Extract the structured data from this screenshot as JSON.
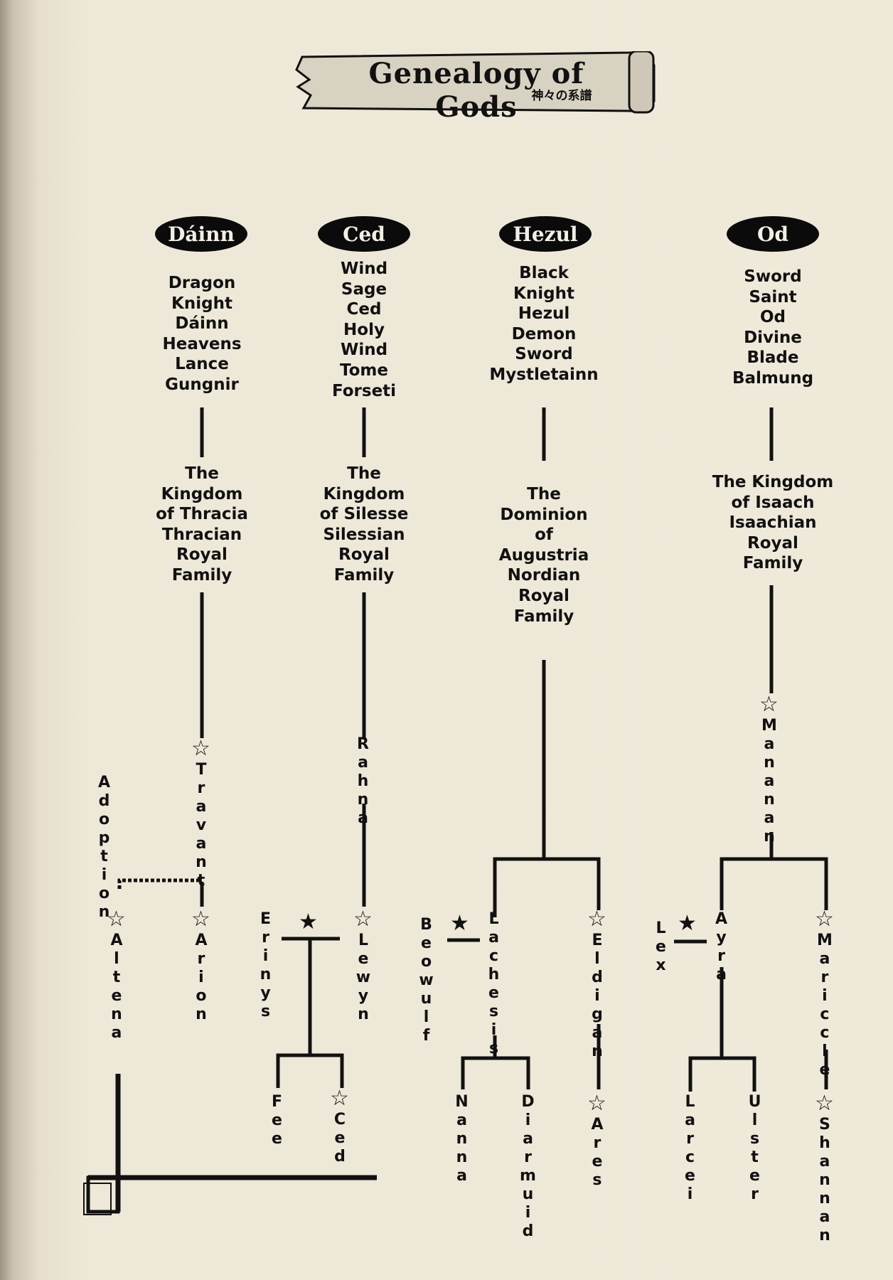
{
  "title": {
    "main": "Genealogy of Gods",
    "sub": "神々の系譜"
  },
  "houses": [
    {
      "id": "dainn",
      "badge": "Dáinn",
      "weapon": "Dragon\nKnight\nDáinn\nHeavens\nLance\nGungnir",
      "realm": "The\nKingdom\nof Thracia\nThracian\nRoyal\nFamily"
    },
    {
      "id": "ced",
      "badge": "Ced",
      "weapon": "Wind\nSage\nCed\nHoly\nWind\nTome\nForseti",
      "realm": "The\nKingdom\nof Silesse\nSilessian\nRoyal\nFamily"
    },
    {
      "id": "hezul",
      "badge": "Hezul",
      "weapon": "Black\nKnight\nHezul\nDemon\nSword\nMystletainn",
      "realm": "The\nDominion\nof\nAugustria\nNordian\nRoyal\nFamily"
    },
    {
      "id": "od",
      "badge": "Od",
      "weapon": "Sword\nSaint\nOd\nDivine\nBlade\nBalmung",
      "realm": "The Kingdom\nof Isaach\nIsaachian\nRoyal\nFamily"
    }
  ],
  "people": {
    "travant": {
      "name": "Travant",
      "star": "☆"
    },
    "adoption": {
      "name": "Adoption",
      "star": ""
    },
    "altena": {
      "name": "Altena",
      "star": "☆"
    },
    "arion": {
      "name": "Arion",
      "star": "☆"
    },
    "rahna": {
      "name": "Rahna",
      "star": ""
    },
    "erinys": {
      "name": "Erinys",
      "star": ""
    },
    "lewyn": {
      "name": "Lewyn",
      "star": "☆"
    },
    "fee": {
      "name": "Fee",
      "star": ""
    },
    "ced": {
      "name": "Ced",
      "star": "☆"
    },
    "beowulf": {
      "name": "Beowulf",
      "star": ""
    },
    "lachesis": {
      "name": "Lachesis",
      "star": ""
    },
    "eldigan": {
      "name": "Eldigan",
      "star": "☆"
    },
    "nanna": {
      "name": "Nanna",
      "star": ""
    },
    "diarmuid": {
      "name": "Diarmuid",
      "star": ""
    },
    "ares": {
      "name": "Ares",
      "star": "☆"
    },
    "mananan": {
      "name": "Mananan",
      "star": "☆"
    },
    "lex": {
      "name": "Lex",
      "star": ""
    },
    "ayra": {
      "name": "Ayra",
      "star": ""
    },
    "mariccle": {
      "name": "Mariccle",
      "star": "☆"
    },
    "larcei": {
      "name": "Larcei",
      "star": ""
    },
    "ulster": {
      "name": "Ulster",
      "star": ""
    },
    "shannan": {
      "name": "Shannan",
      "star": "☆"
    }
  },
  "marriage_marker": "★",
  "colors": {
    "paper": "#ece5d4",
    "ink": "#111111"
  }
}
